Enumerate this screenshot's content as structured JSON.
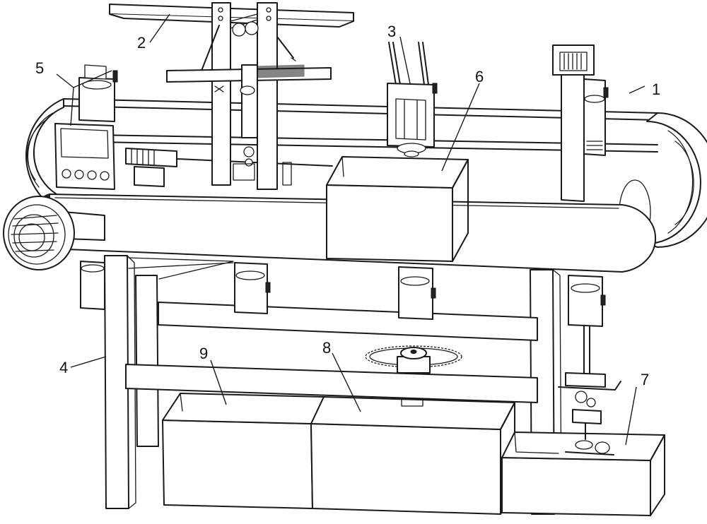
{
  "labels": {
    "part1": "1",
    "part2": "2",
    "part3": "3",
    "part4": "4",
    "part5": "5",
    "part6": "6",
    "part7": "7",
    "part8": "8",
    "part9": "9"
  },
  "colors": {
    "line": "#1a1a1a",
    "fill": "#ffffff",
    "dark_part": "#222222"
  }
}
